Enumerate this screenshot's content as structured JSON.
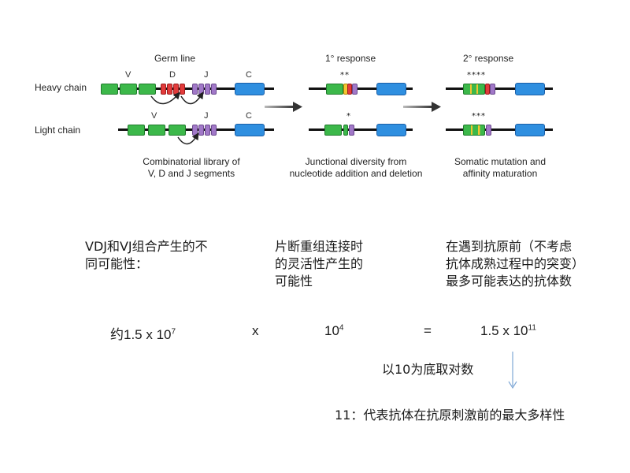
{
  "diagram": {
    "col_titles": {
      "germ": "Germ line",
      "r1": "1° response",
      "r2": "2° response"
    },
    "row_labels": {
      "heavy": "Heavy chain",
      "light": "Light chain"
    },
    "seg_labels": {
      "V": "V",
      "D": "D",
      "J": "J",
      "C": "C"
    },
    "stars": {
      "heavy_r1": "**",
      "heavy_r2": "****",
      "light_r1": "*",
      "light_r2": "***"
    },
    "captions": {
      "germ": [
        "Combinatorial library of",
        "V, D and J segments"
      ],
      "r1": [
        "Junctional diversity from",
        "nucleotide addition and deletion"
      ],
      "r2": [
        "Somatic mutation and",
        "affinity maturation"
      ]
    },
    "colors": {
      "V": "#3cb84a",
      "C": "#2f8fe0",
      "D": "#e23b3b",
      "J": "#a178c8",
      "mutation": "#f2c531"
    }
  },
  "notes": {
    "col1": [
      "VDJ和VJ组合产生的不",
      "同可能性："
    ],
    "col2": [
      "片断重组连接时",
      "的灵活性产生的",
      "可能性"
    ],
    "col3": [
      "在遇到抗原前（不考虑",
      "抗体成熟过程中的突变）",
      "最多可能表达的抗体数"
    ]
  },
  "equation": {
    "term1_prefix": "约1.5 x 10",
    "term1_exp": "7",
    "times": "x",
    "term2_base": "10",
    "term2_exp": "4",
    "equals": "=",
    "result_base": "1.5 x 10",
    "result_exp": "11"
  },
  "log_note": "以10为底取对数",
  "conclusion": "11：代表抗体在抗原刺激前的最大多样性"
}
